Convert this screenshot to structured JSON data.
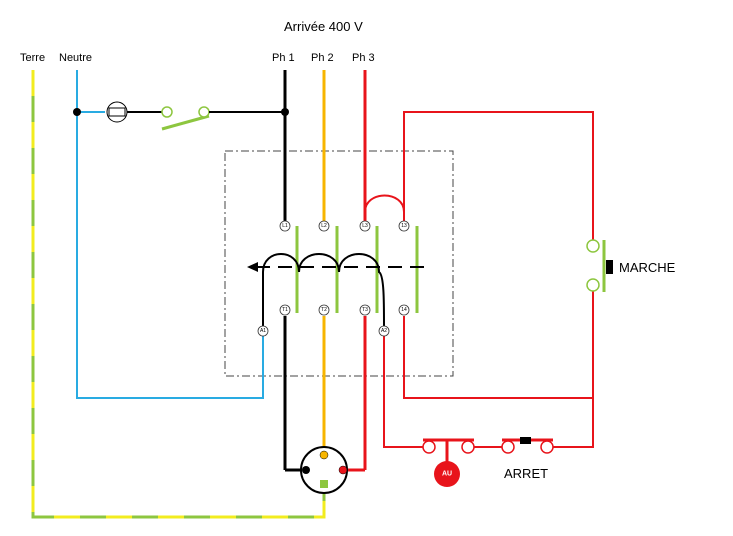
{
  "title": "Arrivée 400 V",
  "conductors": {
    "earth": "Terre",
    "neutral": "Neutre",
    "ph1": "Ph 1",
    "ph2": "Ph 2",
    "ph3": "Ph 3"
  },
  "terminals": {
    "L1": "L1",
    "L2": "L2",
    "L3": "L3",
    "n13": "13",
    "T1": "T1",
    "T2": "T2",
    "T3": "T3",
    "n14": "14",
    "A1": "A1",
    "A2": "A2"
  },
  "buttons": {
    "start": "MARCHE",
    "stop": "ARRET",
    "emergency": "AU"
  },
  "colors": {
    "earth_green": "#8dc63f",
    "earth_yellow": "#f2ec1f",
    "neutral": "#29abe2",
    "phase1": "#000000",
    "phase2": "#f7b500",
    "phase3": "#e8141b",
    "contact": "#8dc63f"
  }
}
